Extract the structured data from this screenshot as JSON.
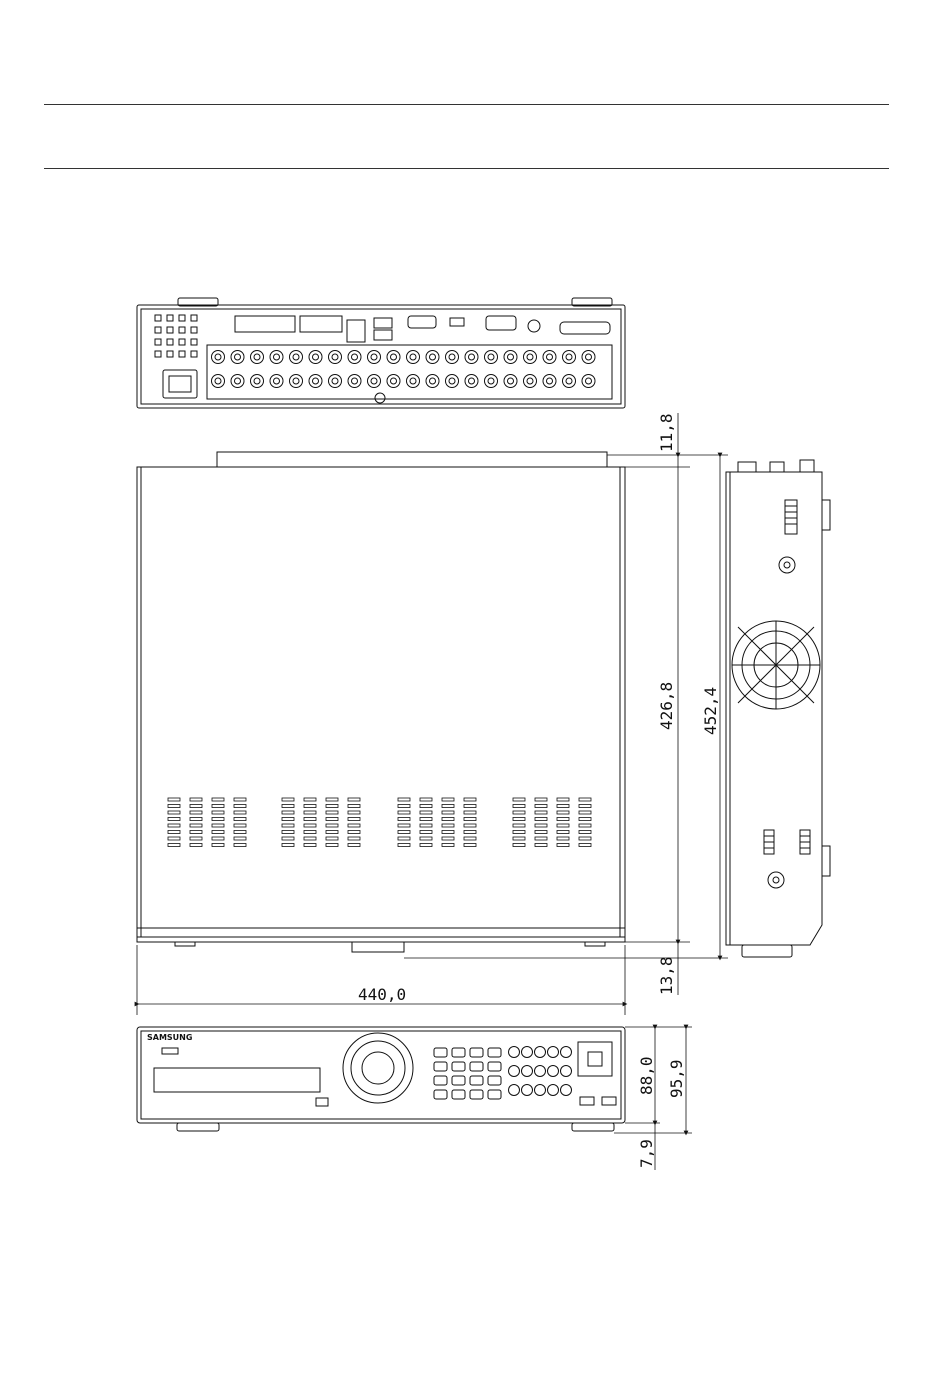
{
  "dimensions": {
    "rear_offset": "11,8",
    "depth_top": "426,8",
    "depth_total": "452,4",
    "front_offset": "13,8",
    "width": "440,0",
    "height_body": "88,0",
    "height_total": "95,9",
    "foot_height": "7,9"
  },
  "front_panel": {
    "brand": "SAMSUNG"
  }
}
